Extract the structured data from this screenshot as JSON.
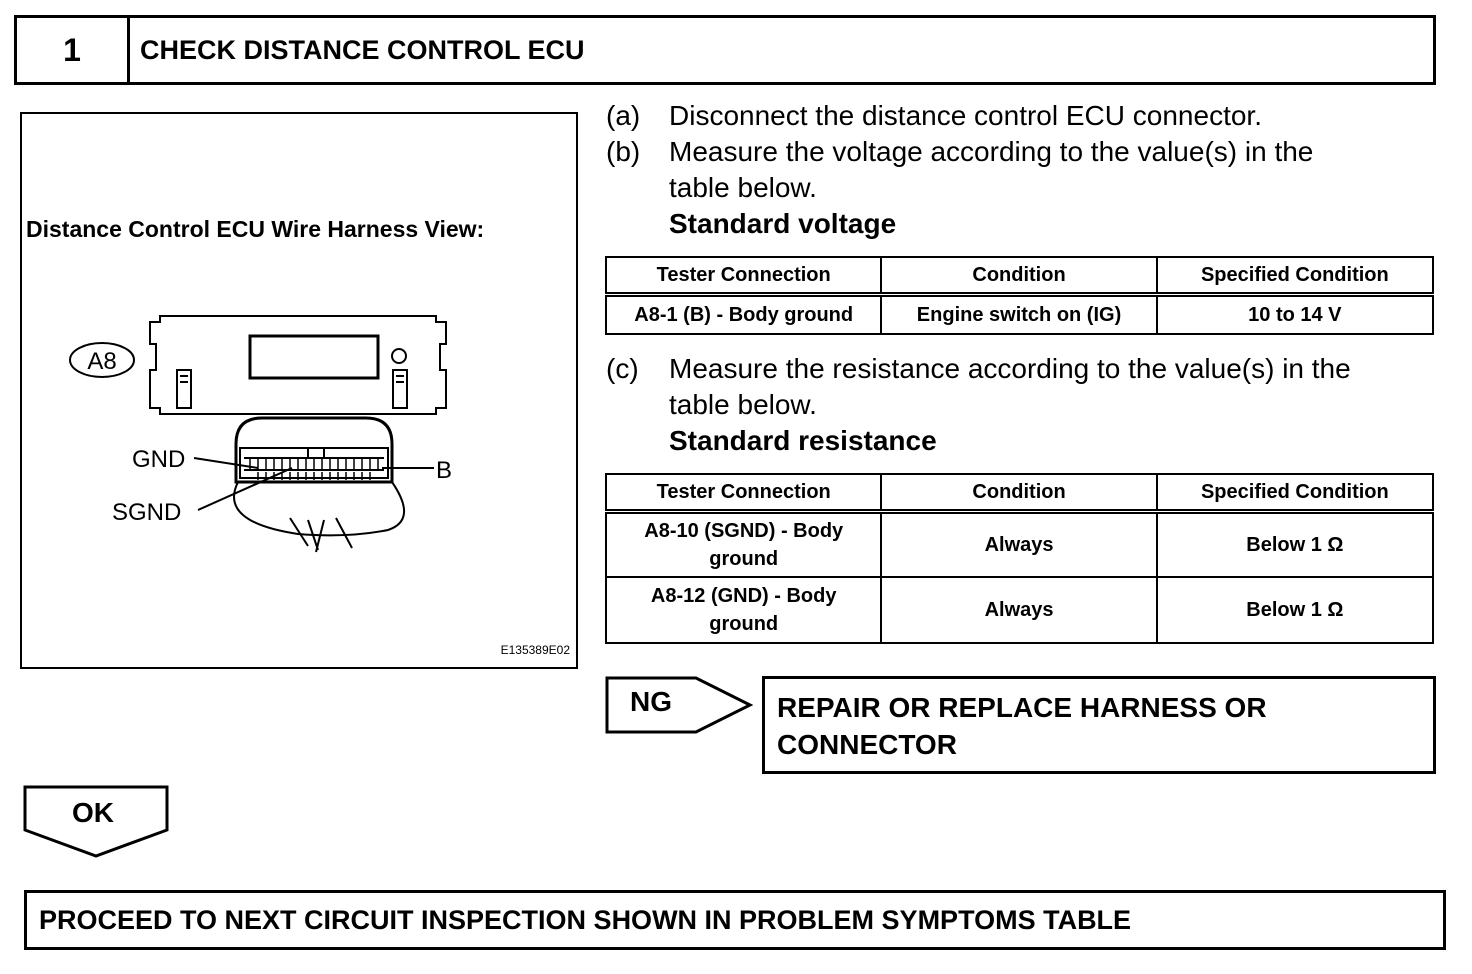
{
  "step": {
    "number": "1",
    "title": "CHECK DISTANCE CONTROL ECU"
  },
  "figure": {
    "title": "Distance Control ECU Wire Harness View:",
    "connector_label": "A8",
    "pin_labels": {
      "gnd": "GND",
      "sgnd": "SGND",
      "b": "B"
    },
    "code": "E135389E02"
  },
  "instructions": [
    {
      "label": "(a)",
      "text": "Disconnect the distance control ECU connector."
    },
    {
      "label": "(b)",
      "text": "Measure the voltage according to the value(s) in the",
      "text2": "table below."
    },
    {
      "label": "(c)",
      "text": "Measure the resistance according to the value(s) in the",
      "text2": "table below."
    }
  ],
  "voltage": {
    "heading": "Standard voltage",
    "headers": [
      "Tester Connection",
      "Condition",
      "Specified Condition"
    ],
    "rows": [
      [
        "A8-1 (B) - Body ground",
        "Engine switch on (IG)",
        "10 to 14 V"
      ]
    ]
  },
  "resistance": {
    "heading": "Standard resistance",
    "headers": [
      "Tester Connection",
      "Condition",
      "Specified Condition"
    ],
    "rows": [
      [
        "A8-10 (SGND) - Body ground",
        "Always",
        "Below 1 Ω"
      ],
      [
        "A8-12 (GND) - Body ground",
        "Always",
        "Below 1 Ω"
      ]
    ]
  },
  "ng": {
    "label": "NG",
    "action_line1": "REPAIR OR REPLACE HARNESS OR",
    "action_line2": "CONNECTOR"
  },
  "ok": {
    "label": "OK"
  },
  "proceed": "PROCEED TO NEXT CIRCUIT INSPECTION SHOWN IN PROBLEM SYMPTOMS TABLE"
}
